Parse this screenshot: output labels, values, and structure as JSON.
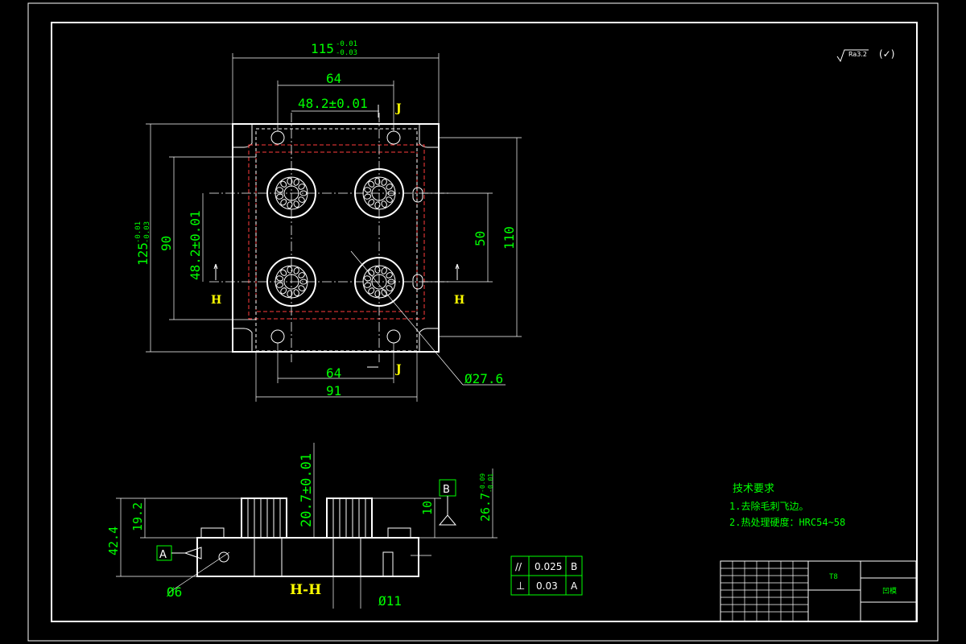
{
  "top_view": {
    "dims": {
      "width_total": "115",
      "width_tol_upper": "-0.01",
      "width_tol_lower": "-0.03",
      "hole_spacing_top": "64",
      "bore_spacing": "48.2±0.01",
      "hole_spacing_bottom": "64",
      "bottom_width": "91",
      "height_total": "125",
      "height_tol_upper": "-0.01",
      "height_tol_lower": "-0.03",
      "height_90": "90",
      "bore_spacing_v": "48.2±0.01",
      "height_50": "50",
      "height_110": "110",
      "bore_diameter": "Ø27.6"
    },
    "section_labels": {
      "h_left": "H",
      "h_right": "H",
      "j_top": "J",
      "j_bottom": "J"
    }
  },
  "section_view": {
    "title": "H-H",
    "dims": {
      "total_height": "42.4",
      "upper_height": "19.2",
      "bore_depth": "20.7±0.01",
      "step_10": "10",
      "height_26": "26.7",
      "height_26_tol_upper": "-0.09",
      "height_26_tol_lower": "-0.01",
      "hole_dia_6": "Ø6",
      "hole_dia_11": "Ø11"
    },
    "datum_a": "A",
    "datum_b": "B"
  },
  "tolerance_frame": [
    {
      "symbol": "//",
      "value": "0.025",
      "datum": "B"
    },
    {
      "symbol": "⊥",
      "value": "0.03",
      "datum": "A"
    }
  ],
  "surface_note": {
    "roughness": "Ra3.2",
    "suffix": "(✓)"
  },
  "tech_requirements": {
    "title": "技术要求",
    "items": [
      "1.去除毛刺飞边。",
      "2.热处理硬度：HRC54~58"
    ]
  },
  "title_block": {
    "material": "T8",
    "part_name": "凹模"
  }
}
